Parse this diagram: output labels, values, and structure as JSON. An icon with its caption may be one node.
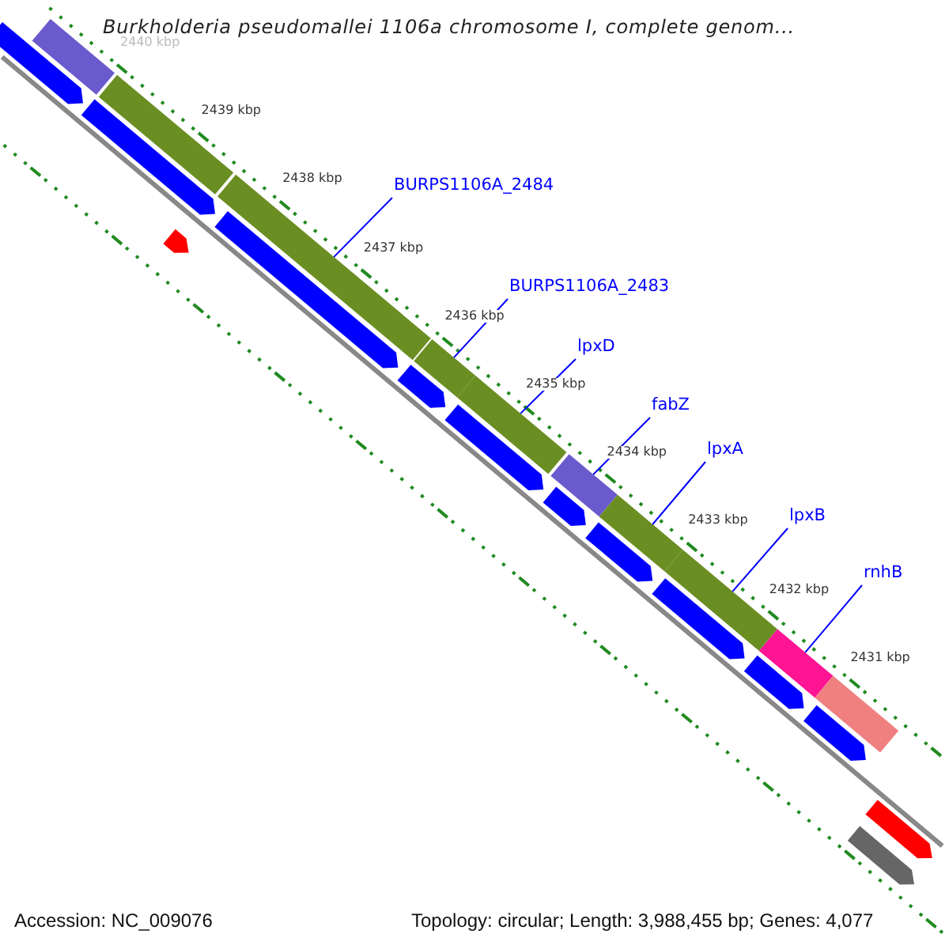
{
  "diagram": {
    "title": "Burkholderia pseudomallei 1106a chromosome I, complete genom...",
    "nodes": [
      {
        "text": [
          "BURPS1106A_2484"
        ]
      },
      {
        "text": [
          "BURPS1106A_2483"
        ]
      },
      {
        "text": [
          "lpxD"
        ]
      },
      {
        "text": [
          "fabZ"
        ]
      },
      {
        "text": [
          "lpxA"
        ]
      },
      {
        "text": [
          "lpxB"
        ]
      },
      {
        "text": [
          "rnhB"
        ]
      },
      {
        "text": [],
        "shape": "bar"
      },
      {
        "text": [],
        "shape": "bar"
      },
      {
        "text": [],
        "shape": "bar"
      },
      {
        "text": [],
        "shape": "bar"
      },
      {
        "text": [],
        "shape": "bar"
      },
      {
        "text": [],
        "shape": "bar"
      },
      {
        "text": [],
        "shape": "bar"
      },
      {
        "text": [],
        "shape": "bar"
      },
      {
        "text": [],
        "shape": "bar"
      },
      {
        "text": [],
        "shape": "bar"
      },
      {
        "text": [],
        "shape": "arrow"
      },
      {
        "text": [],
        "shape": "arrow"
      },
      {
        "text": [],
        "shape": "arrow"
      },
      {
        "text": [],
        "shape": "arrow"
      },
      {
        "text": [],
        "shape": "arrow"
      },
      {
        "text": [],
        "shape": "arrow"
      },
      {
        "text": [],
        "shape": "arrow"
      },
      {
        "text": [],
        "shape": "arrow"
      },
      {
        "text": [],
        "shape": "arrow"
      },
      {
        "text": [],
        "shape": "arrow"
      }
    ],
    "edges": [
      {
        "from": 0,
        "to": 7,
        "arrow": "none"
      },
      {
        "from": 1,
        "to": 8,
        "arrow": "none"
      },
      {
        "from": 2,
        "to": 9,
        "arrow": "none"
      },
      {
        "from": 3,
        "to": 10,
        "arrow": "none"
      },
      {
        "from": 4,
        "to": 11,
        "arrow": "none"
      },
      {
        "from": 5,
        "to": 12,
        "arrow": "none"
      },
      {
        "from": 6,
        "to": 13,
        "arrow": "none"
      }
    ],
    "labels": [
      "2440 kbp",
      "2439 kbp",
      "2438 kbp",
      "2437 kbp",
      "2436 kbp",
      "2435 kbp",
      "2434 kbp",
      "2433 kbp",
      "2432 kbp",
      "2431 kbp",
      "Accession: NC_009076",
      "Topology: circular; Length: 3,988,455 bp; Genes: 4,077"
    ]
  }
}
